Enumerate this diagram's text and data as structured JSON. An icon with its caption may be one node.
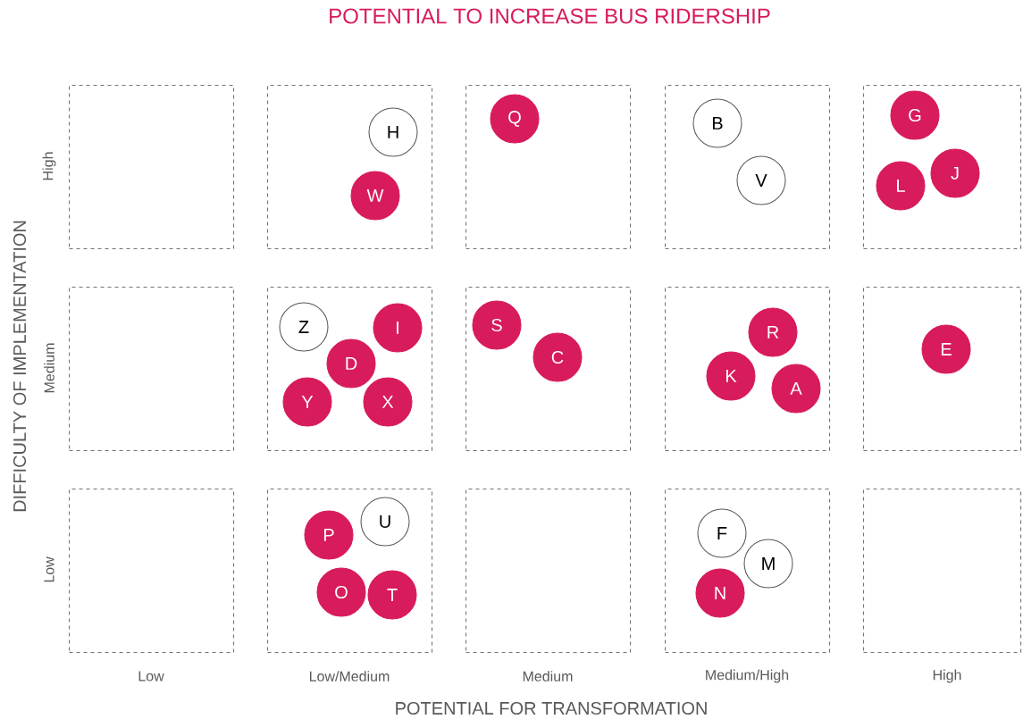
{
  "diagram": {
    "title": "POTENTIAL TO INCREASE BUS RIDERSHIP",
    "nodes": [
      {
        "text": [],
        "shape": "box"
      },
      {
        "text": [],
        "shape": "box"
      },
      {
        "text": [
          "H"
        ],
        "in": 1
      },
      {
        "text": [
          "W"
        ],
        "in": 1
      },
      {
        "text": [],
        "shape": "box"
      },
      {
        "text": [
          "Q"
        ],
        "in": 4
      },
      {
        "text": [],
        "shape": "box"
      },
      {
        "text": [
          "B"
        ],
        "in": 6
      },
      {
        "text": [
          "V"
        ],
        "in": 6
      },
      {
        "text": [],
        "shape": "box"
      },
      {
        "text": [
          "G"
        ],
        "in": 9
      },
      {
        "text": [
          "J"
        ],
        "in": 9
      },
      {
        "text": [
          "L"
        ],
        "in": 9
      },
      {
        "text": [],
        "shape": "box"
      },
      {
        "text": [],
        "shape": "box"
      },
      {
        "text": [
          "Z"
        ],
        "in": 14
      },
      {
        "text": [
          "I"
        ],
        "in": 14
      },
      {
        "text": [
          "D"
        ],
        "in": 14
      },
      {
        "text": [
          "Y"
        ],
        "in": 14
      },
      {
        "text": [
          "X"
        ],
        "in": 14
      },
      {
        "text": [],
        "shape": "box"
      },
      {
        "text": [
          "S"
        ],
        "in": 20
      },
      {
        "text": [
          "C"
        ],
        "in": 20
      },
      {
        "text": [],
        "shape": "box"
      },
      {
        "text": [
          "R"
        ],
        "in": 23
      },
      {
        "text": [
          "K"
        ],
        "in": 23
      },
      {
        "text": [
          "A"
        ],
        "in": 23
      },
      {
        "text": [],
        "shape": "box"
      },
      {
        "text": [
          "E"
        ],
        "in": 27
      },
      {
        "text": [],
        "shape": "box"
      },
      {
        "text": [],
        "shape": "box"
      },
      {
        "text": [
          "U"
        ],
        "in": 30
      },
      {
        "text": [
          "P"
        ],
        "in": 30
      },
      {
        "text": [
          "O"
        ],
        "in": 30
      },
      {
        "text": [
          "T"
        ],
        "in": 30
      },
      {
        "text": [],
        "shape": "box"
      },
      {
        "text": [],
        "shape": "box"
      },
      {
        "text": [
          "F"
        ],
        "in": 36
      },
      {
        "text": [
          "M"
        ],
        "in": 36
      },
      {
        "text": [
          "N"
        ],
        "in": 36
      },
      {
        "text": [],
        "shape": "box"
      }
    ],
    "labels": [
      "DIFFICULTY OF IMPLEMENTATION",
      "High",
      "Medium",
      "Low",
      "Low",
      "Low/Medium",
      "Medium",
      "Medium/High",
      "High",
      "POTENTIAL FOR TRANSFORMATION"
    ]
  }
}
